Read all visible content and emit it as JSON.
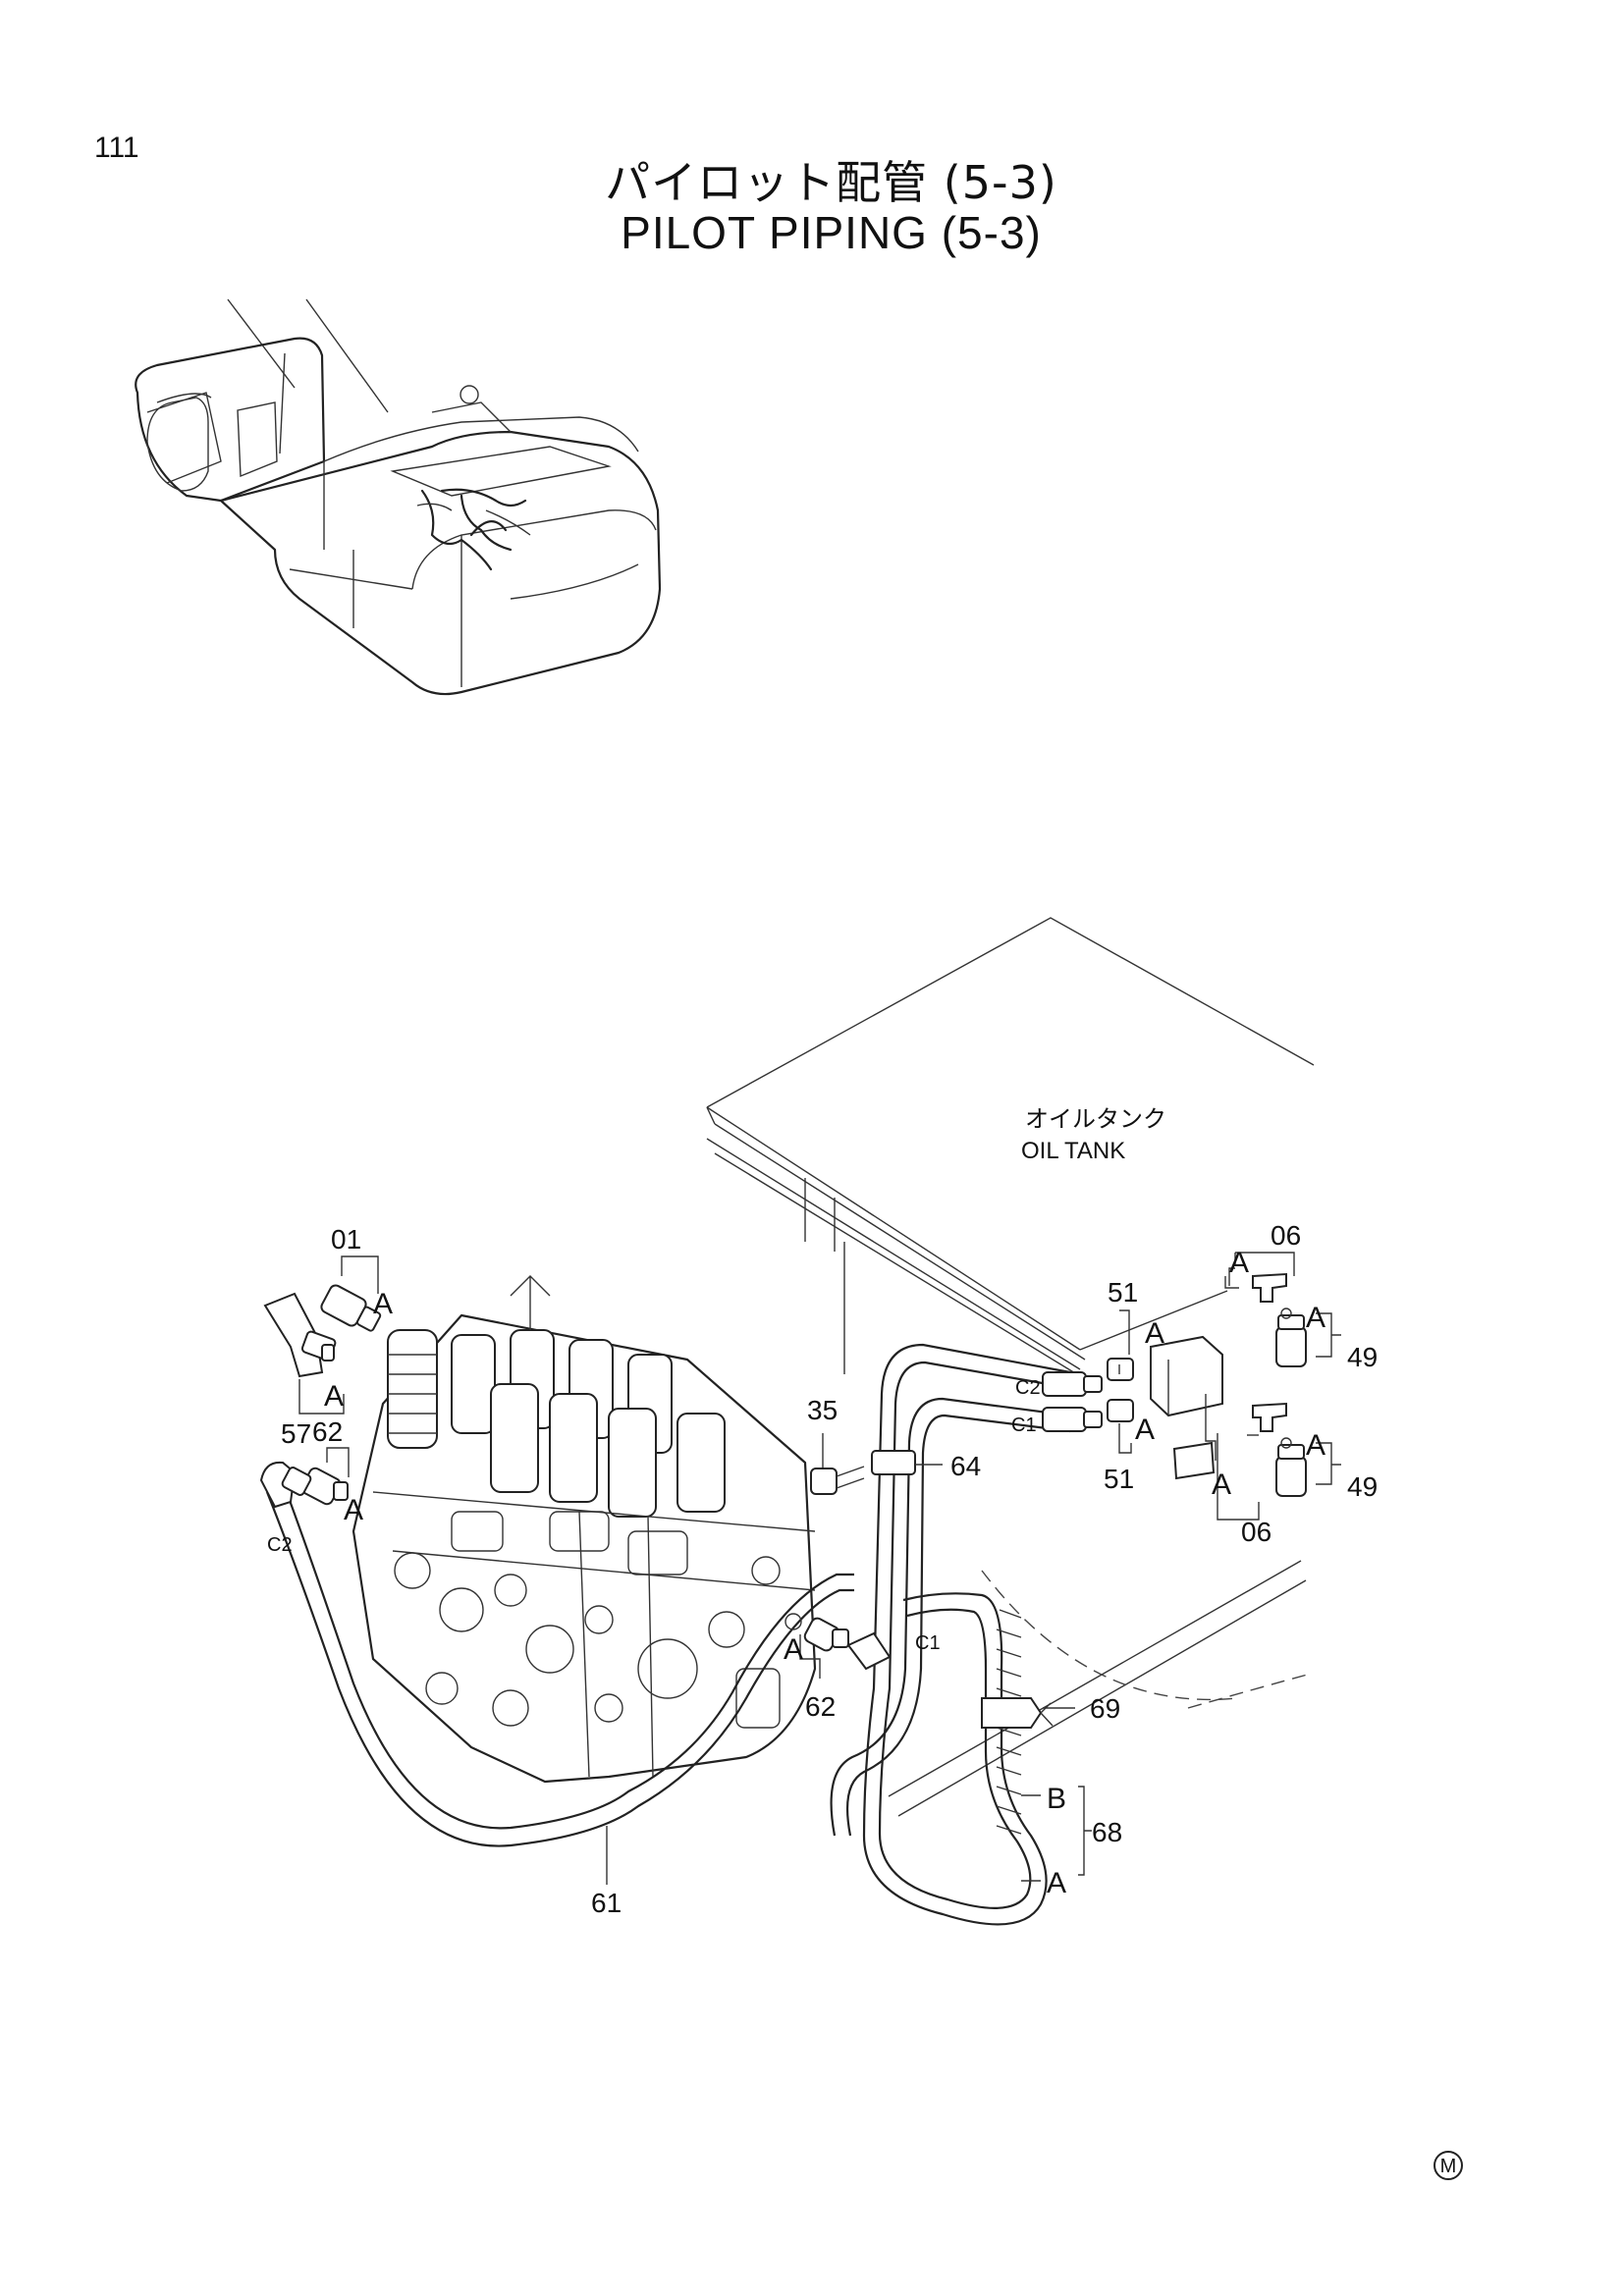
{
  "page_number": "111",
  "title_jp": "パイロット配管 (5-3)",
  "title_en": "PILOT PIPING (5-3)",
  "tank_label_jp": "オイルタンク",
  "tank_label_en": "OIL TANK",
  "callouts": {
    "p01": "01",
    "p57": "57",
    "p62a": "62",
    "p62b": "62",
    "p35": "35",
    "p64": "64",
    "p61": "61",
    "p69": "69",
    "p68": "68",
    "p51a": "51",
    "p51b": "51",
    "p06a": "06",
    "p06b": "06",
    "p49a": "49",
    "p49b": "49"
  },
  "letters": {
    "A": "A",
    "B": "B"
  },
  "port_labels": {
    "c1": "C1",
    "c2": "C2"
  },
  "footer_mark": "M"
}
